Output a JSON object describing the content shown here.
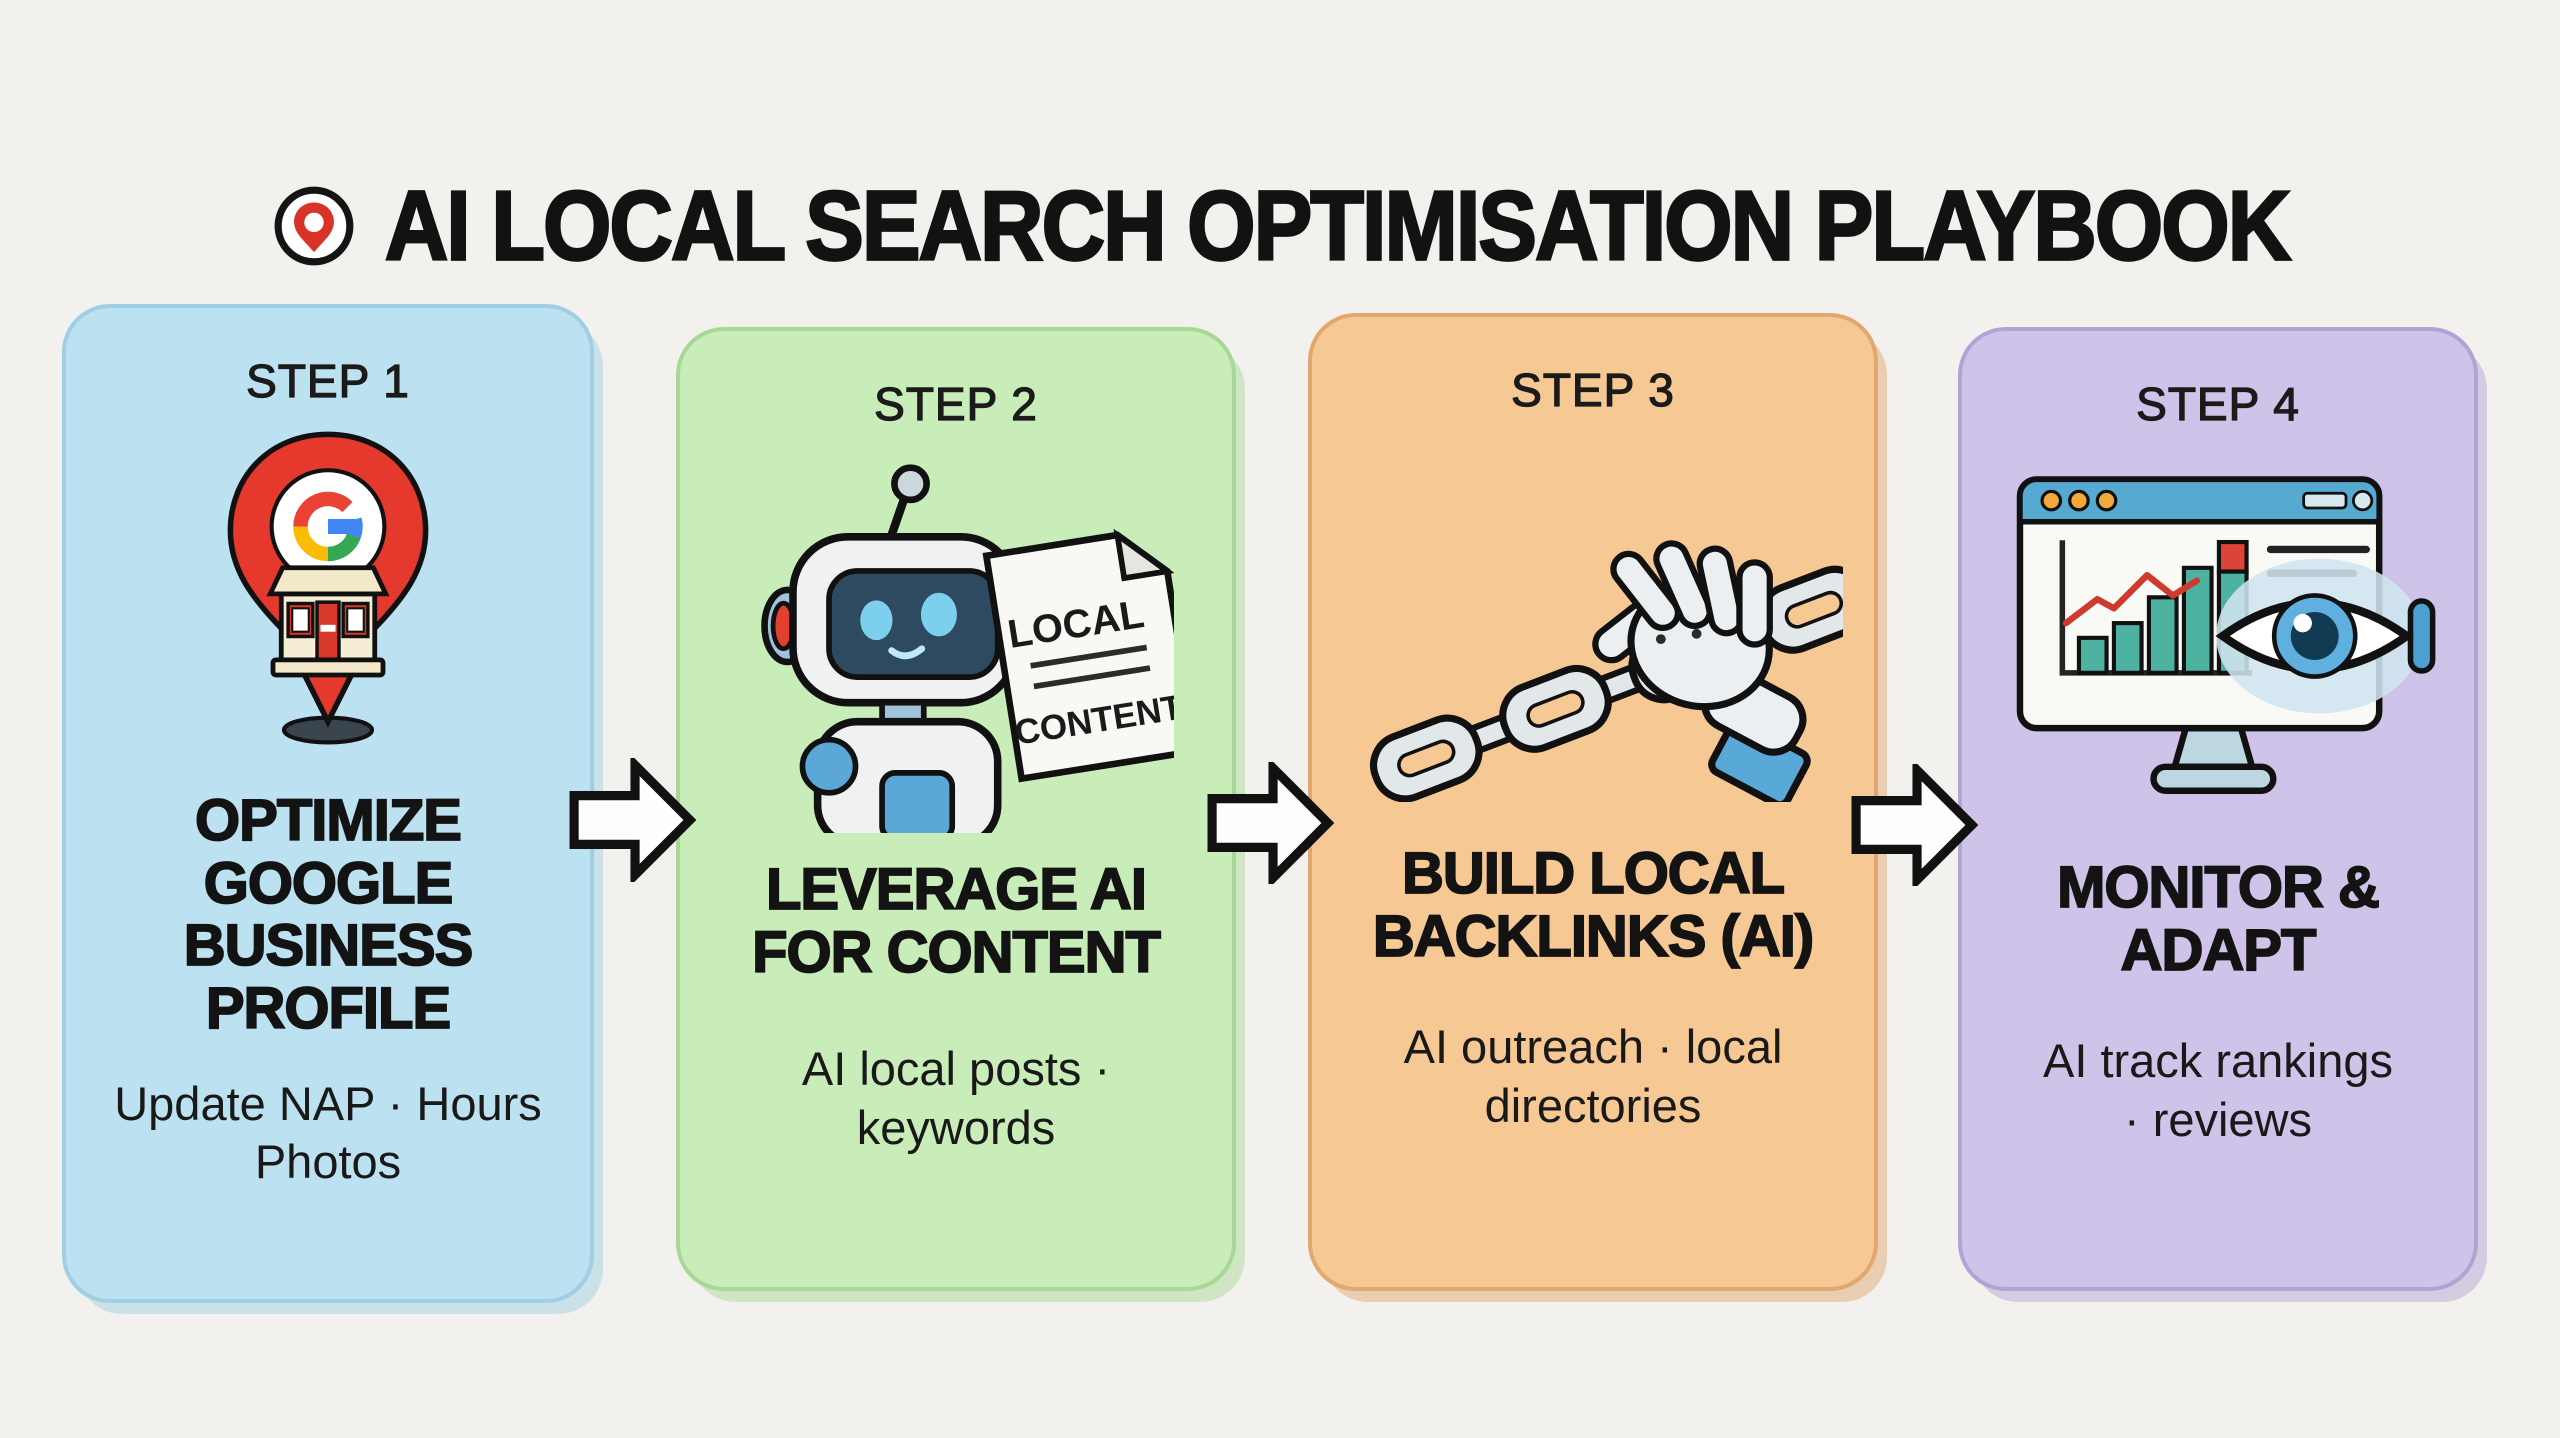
{
  "page": {
    "background": "#f2f1ed"
  },
  "header": {
    "icon": "target-location-pin-icon",
    "title": "AI LOCAL SEARCH OPTIMISATION PLAYBOOK"
  },
  "steps": [
    {
      "label": "STEP 1",
      "icon": "google-map-pin-storefront",
      "heading_lines": [
        "OPTIMIZE",
        "GOOGLE",
        "BUSINESS",
        "PROFILE"
      ],
      "subtext_lines": [
        "Update NAP · Hours",
        "Photos"
      ],
      "colors": {
        "bg": "#bce1f1",
        "border": "#9ecfe4"
      }
    },
    {
      "label": "STEP 2",
      "icon": "robot-holding-local-content-paper",
      "paper": {
        "line1": "LOCAL",
        "line2": "CONTENT"
      },
      "heading_lines": [
        "LEVERAGE AI",
        "FOR CONTENT"
      ],
      "subtext_lines": [
        "AI local posts ·",
        "keywords"
      ],
      "colors": {
        "bg": "#c9edb9",
        "border": "#a8d897"
      }
    },
    {
      "label": "STEP 3",
      "icon": "hand-holding-chain-links",
      "heading_lines": [
        "BUILD LOCAL",
        "BACKLINKS (AI)"
      ],
      "subtext_lines": [
        "AI outreach · local",
        "directories"
      ],
      "colors": {
        "bg": "#f6c893",
        "border": "#e2a76e"
      }
    },
    {
      "label": "STEP 4",
      "icon": "analytics-monitor-with-eye",
      "heading_lines": [
        "MONITOR &",
        "ADAPT"
      ],
      "subtext_lines": [
        "AI track rankings",
        "· reviews"
      ],
      "colors": {
        "bg": "#cfc3e9",
        "border": "#b2a3d5"
      }
    }
  ],
  "connector": {
    "icon": "right-arrow"
  }
}
